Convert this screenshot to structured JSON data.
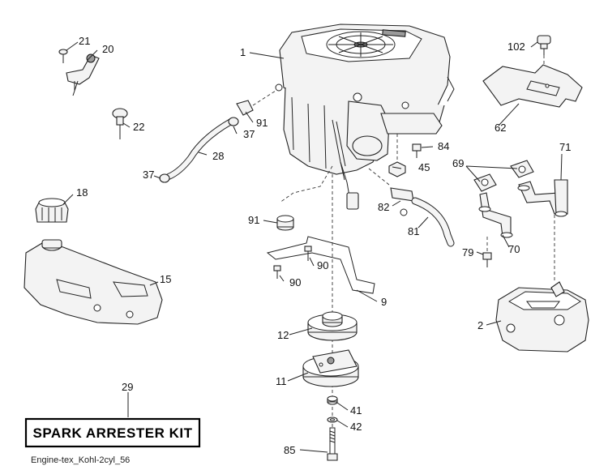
{
  "labels": {
    "p1": "1",
    "p2": "2",
    "p9": "9",
    "p11": "11",
    "p12": "12",
    "p15": "15",
    "p18": "18",
    "p20": "20",
    "p21": "21",
    "p22": "22",
    "p28": "28",
    "p29": "29",
    "p37a": "37",
    "p37b": "37",
    "p41": "41",
    "p42": "42",
    "p45": "45",
    "p62": "62",
    "p69": "69",
    "p70": "70",
    "p71": "71",
    "p79": "79",
    "p81": "81",
    "p82": "82",
    "p84": "84",
    "p85": "85",
    "p90a": "90",
    "p90b": "90",
    "p91a": "91",
    "p91b": "91",
    "p102": "102"
  },
  "kit_title": "SPARK ARRESTER KIT",
  "footer": "Engine-tex_Kohl-2cyl_56"
}
